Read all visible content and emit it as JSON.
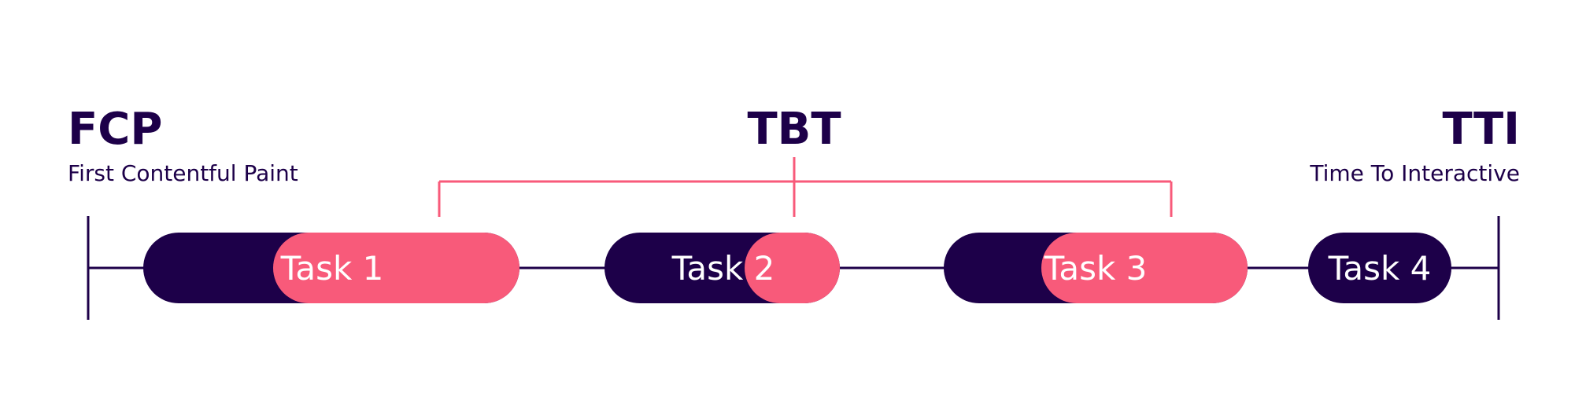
{
  "colors": {
    "navy": "#1d0049",
    "pink": "#f85a7a",
    "background": "#ffffff"
  },
  "start_marker": {
    "abbr": "FCP",
    "label": "First Contentful Paint"
  },
  "middle_marker": {
    "abbr": "TBT"
  },
  "end_marker": {
    "abbr": "TTI",
    "label": "Time To Interactive"
  },
  "tasks": [
    {
      "label": "Task 1",
      "blocking": true
    },
    {
      "label": "Task 2",
      "blocking": true
    },
    {
      "label": "Task 3",
      "blocking": true
    },
    {
      "label": "Task 4",
      "blocking": false
    }
  ]
}
